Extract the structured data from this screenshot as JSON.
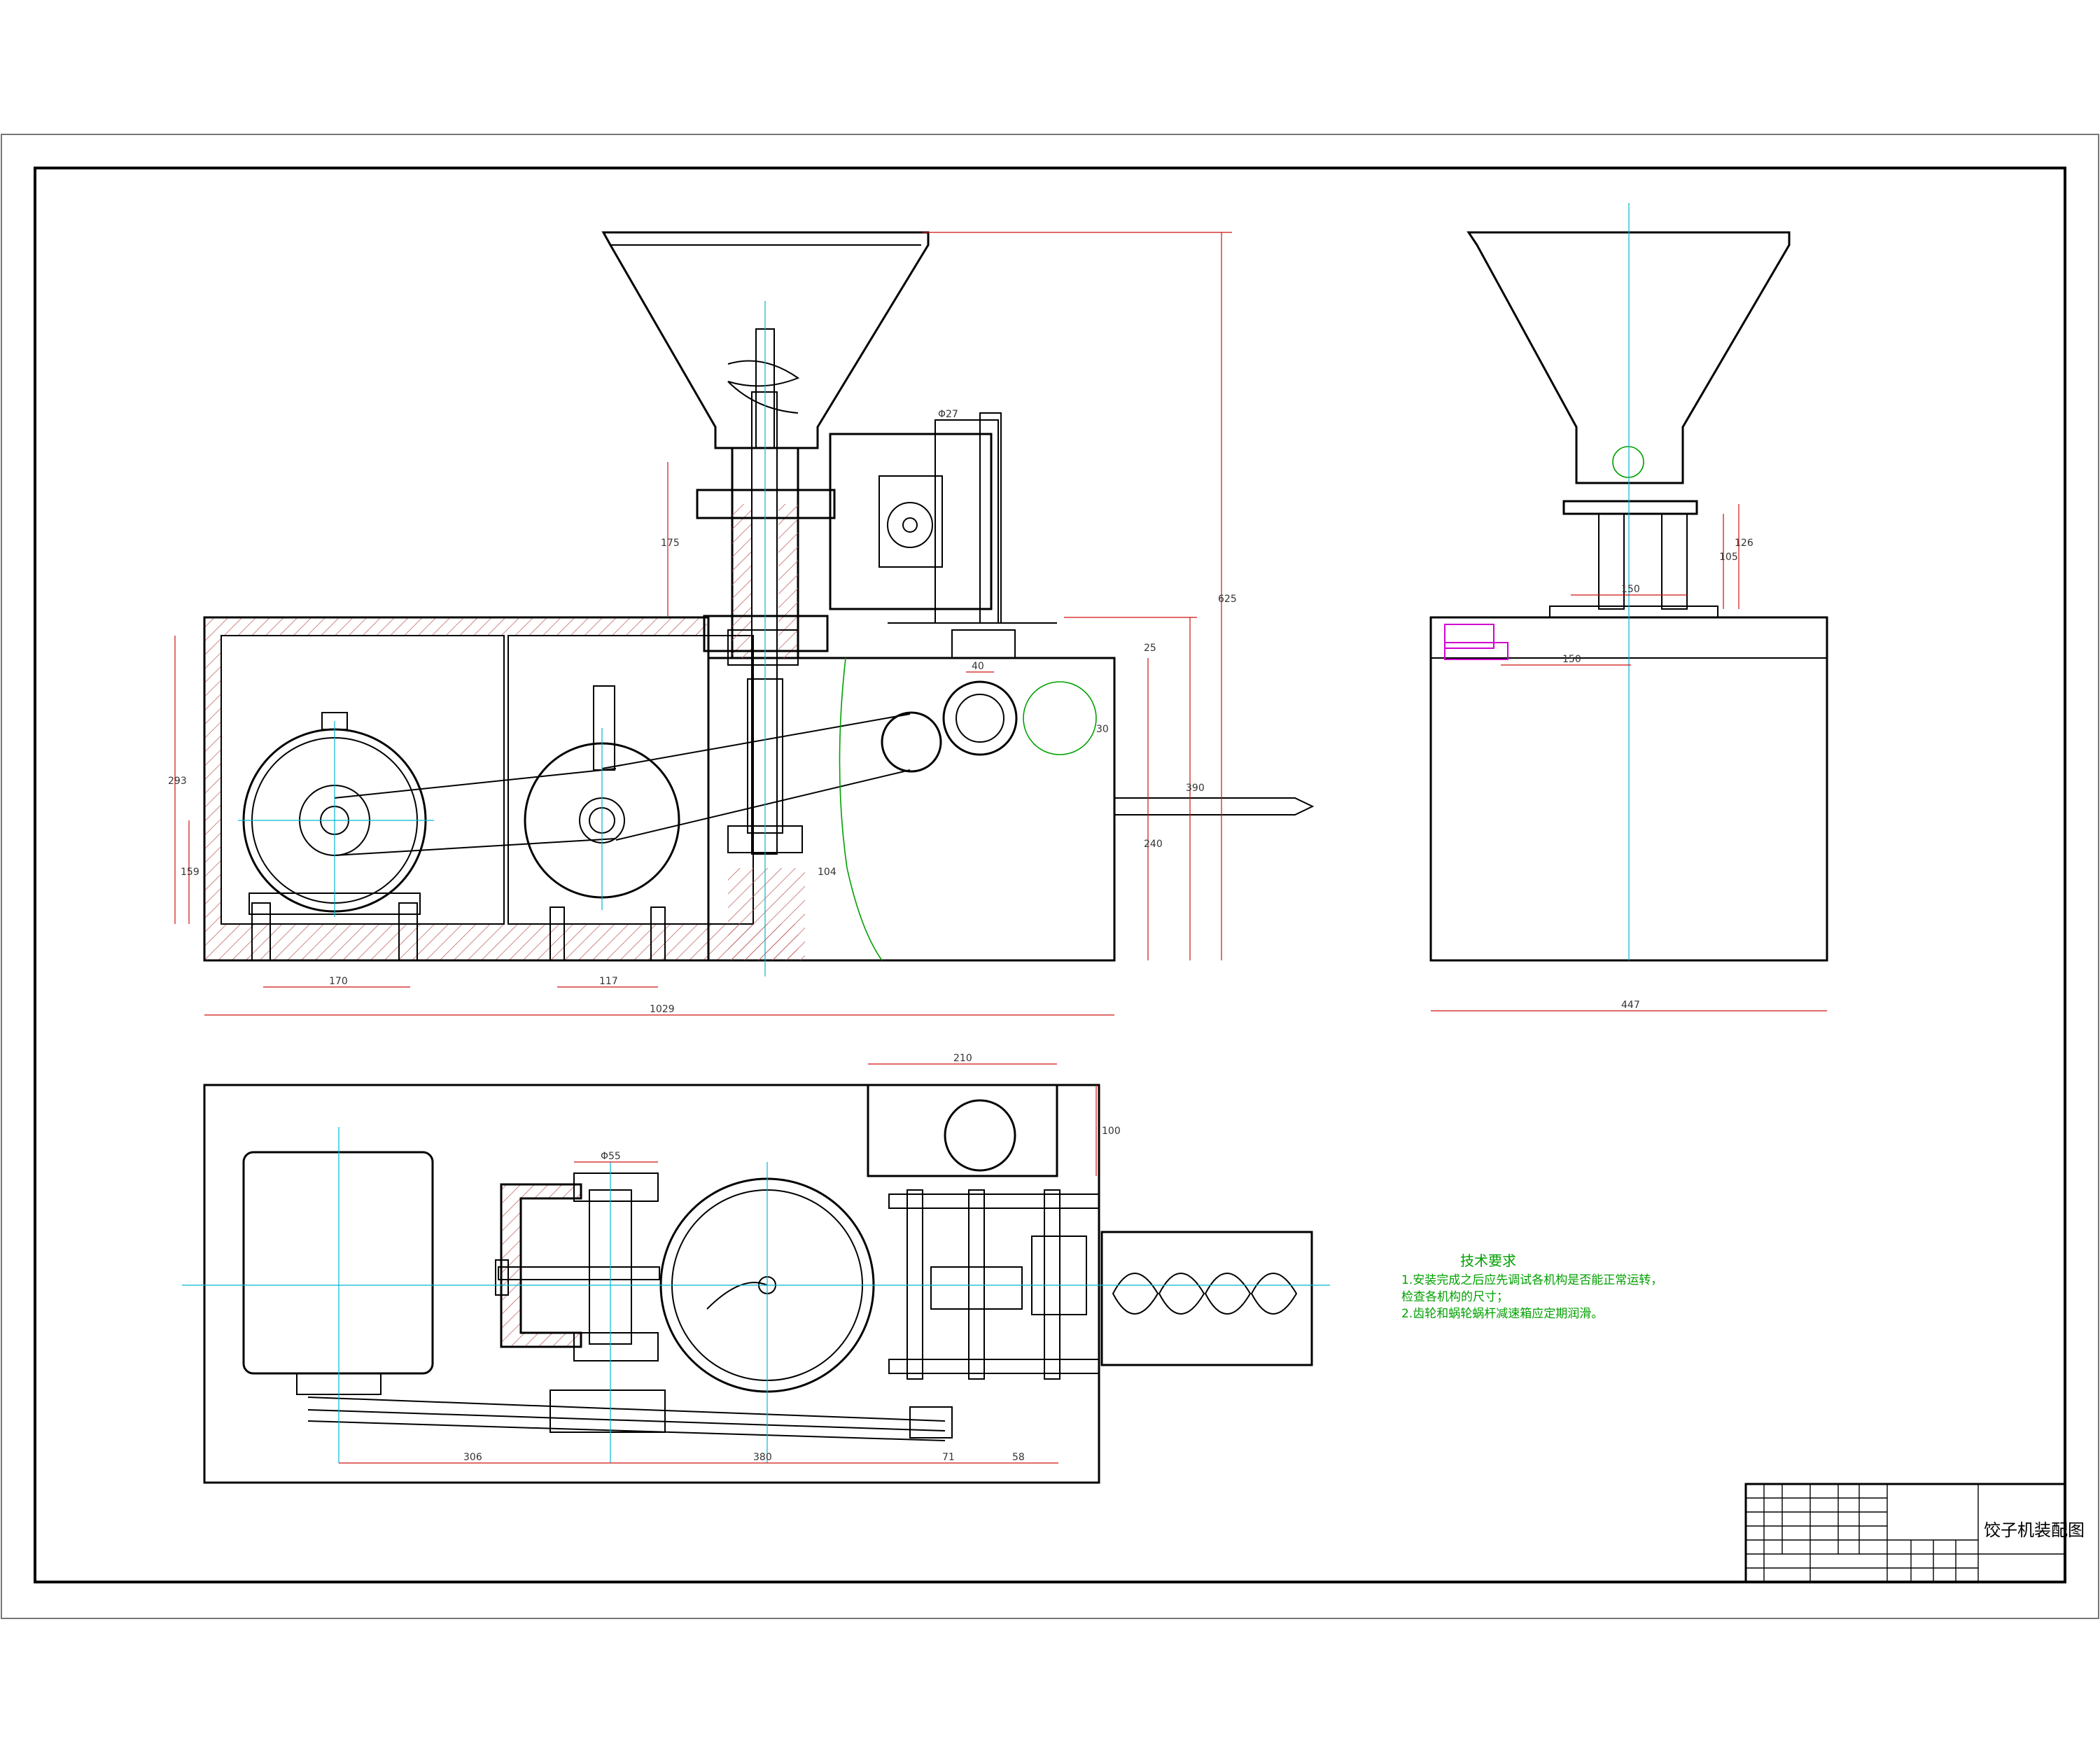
{
  "drawing": {
    "title": "饺子机装配图",
    "colors": {
      "line": "#000000",
      "center": "#00b8d0",
      "dimension": "#d01010",
      "notes": "#00a000",
      "accent": "#d000d0"
    }
  },
  "front_view": {
    "dims": {
      "d_top": "Φ27",
      "d_h175": "175",
      "d_w40": "40",
      "d_vert": "625",
      "d_293": "293",
      "d_159": "159",
      "d_170": "170",
      "d_117": "117",
      "d_1029": "1029",
      "d_390": "390",
      "d_240": "240",
      "d_25": "25",
      "d_30": "30",
      "d_104": "104"
    }
  },
  "side_view": {
    "dims": {
      "d_105": "105",
      "d_126": "126",
      "d_150a": "150",
      "d_150b": "150",
      "d_447": "447"
    }
  },
  "plan_view": {
    "dims": {
      "d_210": "210",
      "d_100": "100",
      "d_d55": "Φ55",
      "d_306": "306",
      "d_380": "380",
      "d_71": "71",
      "d_58": "58"
    }
  },
  "tech_notes": {
    "heading": "技术要求",
    "line1": "1.安装完成之后应先调试各机构是否能正常运转，",
    "line2": "检查各机构的尺寸；",
    "line3": "2.齿轮和蜗轮蜗杆减速箱应定期润滑。"
  }
}
